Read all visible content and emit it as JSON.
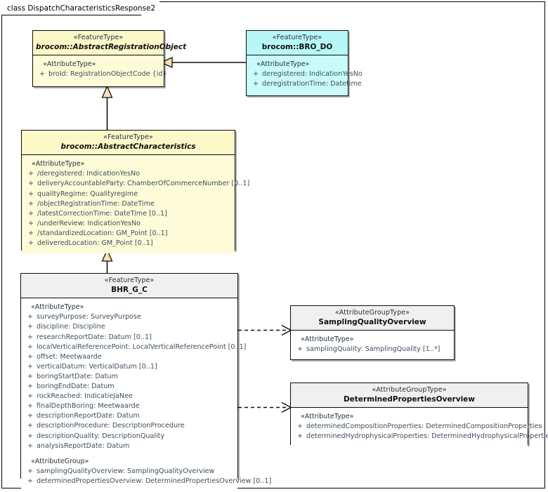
{
  "diagram": {
    "frame_label": "class DispatchCharacteristicsResponse2",
    "colors": {
      "featuretype_fill": "#fdfbd8",
      "bro_do_fill": "#c9fbfb",
      "attributegroup_fill": "#ffffff",
      "header_grey": "#f0f0f0",
      "border": "#0c0c0c",
      "attribute_text": "#3f4e5e",
      "generalization_arrow_fill": "#fbdfb4"
    }
  },
  "classes": {
    "abstract_registration_object": {
      "stereotype": "«FeatureType»",
      "name": "brocom::AbstractRegistrationObject",
      "group_stereotype": "«AttributeType»",
      "attributes": [
        {
          "vis": "+",
          "sig": "broId: RegistrationObjectCode {id}"
        }
      ]
    },
    "bro_do": {
      "stereotype": "«FeatureType»",
      "name": "brocom::BRO_DO",
      "group_stereotype": "«AttributeType»",
      "attributes": [
        {
          "vis": "+",
          "sig": "deregistered: IndicationYesNo"
        },
        {
          "vis": "+",
          "sig": "deregistrationTime: Datetime"
        }
      ]
    },
    "abstract_characteristics": {
      "stereotype": "«FeatureType»",
      "name": "brocom::AbstractCharacteristics",
      "group_stereotype": "«AttributeType»",
      "attributes": [
        {
          "vis": "+",
          "sig": "/deregistered: IndicationYesNo"
        },
        {
          "vis": "+",
          "sig": "deliveryAccountableParty: ChamberOfCommerceNumber [0..1]"
        },
        {
          "vis": "+",
          "sig": "qualityRegime: Qualityregime"
        },
        {
          "vis": "+",
          "sig": "/objectRegistrationTime: DateTime"
        },
        {
          "vis": "+",
          "sig": "/latestCorrectionTime: DateTime [0..1]"
        },
        {
          "vis": "+",
          "sig": "/underReview: IndicationYesNo"
        },
        {
          "vis": "+",
          "sig": "/standardizedLocation: GM_Point [0..1]"
        },
        {
          "vis": "+",
          "sig": "deliveredLocation: GM_Point [0..1]"
        }
      ]
    },
    "bhr_g_c": {
      "stereotype": "«FeatureType»",
      "name": "BHR_G_C",
      "group_stereotype": "«AttributeType»",
      "attributes": [
        {
          "vis": "+",
          "sig": "surveyPurpose: SurveyPurpose"
        },
        {
          "vis": "+",
          "sig": "discipline: Discipline"
        },
        {
          "vis": "+",
          "sig": "researchReportDate: Datum [0..1]"
        },
        {
          "vis": "+",
          "sig": "localVerticalReferencePoint: LocalVerticalReferencePoint [0..1]"
        },
        {
          "vis": "+",
          "sig": "offset: Meetwaarde"
        },
        {
          "vis": "+",
          "sig": "verticalDatum: VerticalDatum [0..1]"
        },
        {
          "vis": "+",
          "sig": "boringStartDate: Datum"
        },
        {
          "vis": "+",
          "sig": "boringEndDate: Datum"
        },
        {
          "vis": "+",
          "sig": "rockReached: IndicatieJaNee"
        },
        {
          "vis": "+",
          "sig": "finalDepthBoring: Meetwaarde"
        },
        {
          "vis": "+",
          "sig": "descriptionReportDate: Datum"
        },
        {
          "vis": "+",
          "sig": "descriptionProcedure: DescriptionProcedure"
        },
        {
          "vis": "+",
          "sig": "descriptionQuality: DescriptionQuality"
        },
        {
          "vis": "+",
          "sig": "analysisReportDate: Datum"
        }
      ],
      "group2_stereotype": "«AttributeGroup»",
      "attributes2": [
        {
          "vis": "+",
          "sig": "samplingQualityOverview: SamplingQualityOverview"
        },
        {
          "vis": "+",
          "sig": "determinedPropertiesOverview: DeterminedPropertiesOverview [0..1]"
        }
      ]
    },
    "sampling_quality_overview": {
      "stereotype": "«AttributeGroupType»",
      "name": "SamplingQualityOverview",
      "group_stereotype": "«AttributeType»",
      "attributes": [
        {
          "vis": "+",
          "sig": "samplingQuality: SamplingQuality [1..*]"
        }
      ]
    },
    "determined_properties_overview": {
      "stereotype": "«AttributeGroupType»",
      "name": "DeterminedPropertiesOverview",
      "group_stereotype": "«AttributeType»",
      "attributes": [
        {
          "vis": "+",
          "sig": "determinedCompositionProperties: DeterminedCompositionProperties"
        },
        {
          "vis": "+",
          "sig": "determinedHydrophysicalProperties: DeterminedHydrophysicalProperties"
        }
      ]
    }
  }
}
